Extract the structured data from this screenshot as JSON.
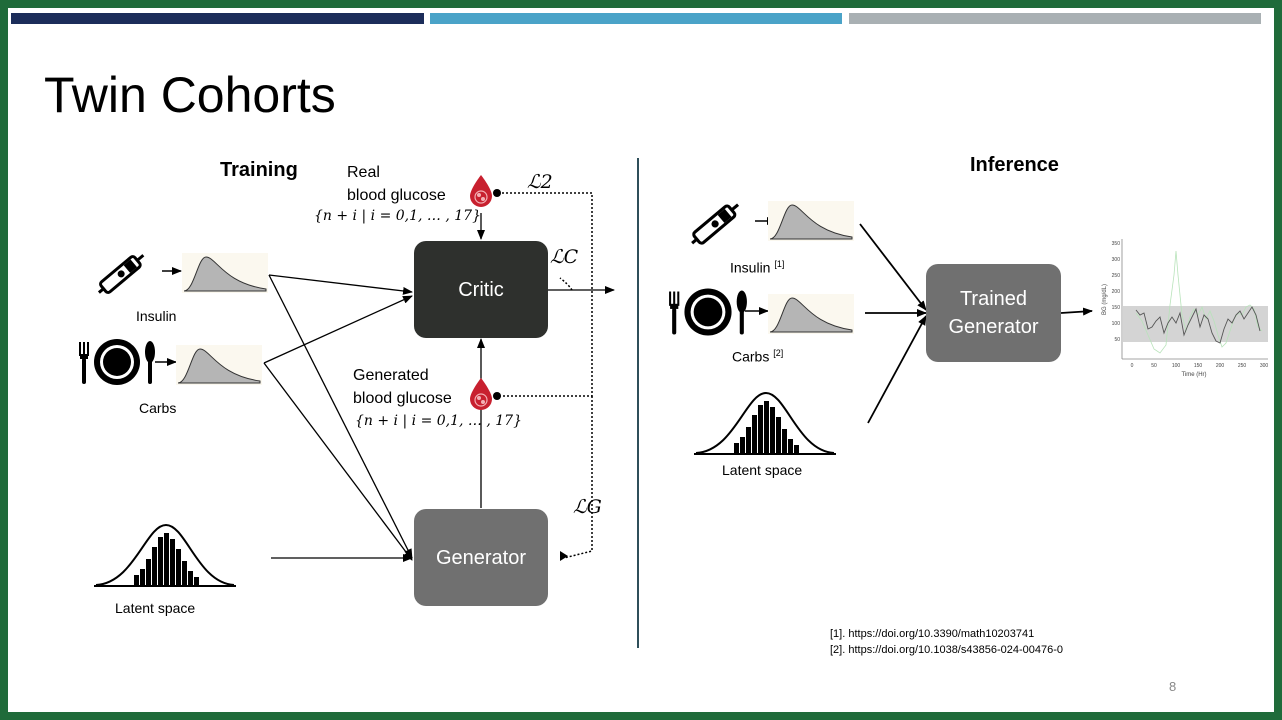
{
  "slide": {
    "title": "Twin Cohorts",
    "page_number": "8",
    "top_bar_colors": [
      "#1c2d5a",
      "#4aa3c8",
      "#a9b0b3"
    ],
    "background_color": "#1f6b3a"
  },
  "training": {
    "heading": "Training",
    "real_label_1": "Real",
    "real_label_2": "blood glucose",
    "real_set": "{n + i | i = 0,1, … , 17}",
    "generated_label_1": "Generated",
    "generated_label_2": "blood glucose",
    "generated_set": "{n + i | i = 0,1, … , 17}",
    "critic": "Critic",
    "generator": "Generator",
    "insulin": "Insulin",
    "carbs": "Carbs",
    "latent": "Latent space",
    "loss_2": "ℒ2",
    "loss_c": "ℒC",
    "loss_g": "ℒG"
  },
  "inference": {
    "heading": "Inference",
    "insulin": "Insulin",
    "insulin_ref": "[1]",
    "carbs": "Carbs",
    "carbs_ref": "[2]",
    "latent": "Latent space",
    "generator_line1": "Trained",
    "generator_line2": "Generator",
    "plot_ylabel": "BG (mg/dL)",
    "plot_xlabel": "Time (Hr)",
    "plot_yticks": [
      "350",
      "300",
      "250",
      "200",
      "150",
      "100",
      "50"
    ],
    "plot_xticks": [
      "0",
      "50",
      "100",
      "150",
      "200",
      "250",
      "300"
    ]
  },
  "references": [
    "[1]. https://doi.org/10.3390/math10203741",
    "[2]. https://doi.org/10.1038/s43856-024-00476-0"
  ],
  "colors": {
    "critic": "#2e302d",
    "generator": "#707070",
    "blood": "#c8202f",
    "curve_fill": "#b5b5b5",
    "divider": "#2f4f5a"
  }
}
